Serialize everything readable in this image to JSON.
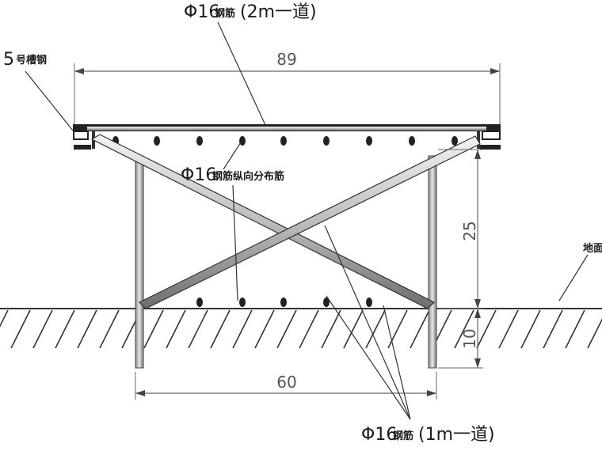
{
  "labels": {
    "top_bar": {
      "prefix": "Φ16",
      "cn": "钢筋",
      "suffix": "(2m一道)"
    },
    "channel": {
      "prefix": "5",
      "cn": "号槽钢"
    },
    "distribution": {
      "prefix": "Φ16",
      "cn": "钢筋纵向分布筋"
    },
    "bottom_bar": {
      "prefix": "Φ16",
      "cn": "钢筋",
      "suffix": "(1m一道)"
    },
    "ground": "地面"
  },
  "dimensions": {
    "top_width": "89",
    "bottom_width": "60",
    "height_above": "25",
    "height_below": "10"
  }
}
